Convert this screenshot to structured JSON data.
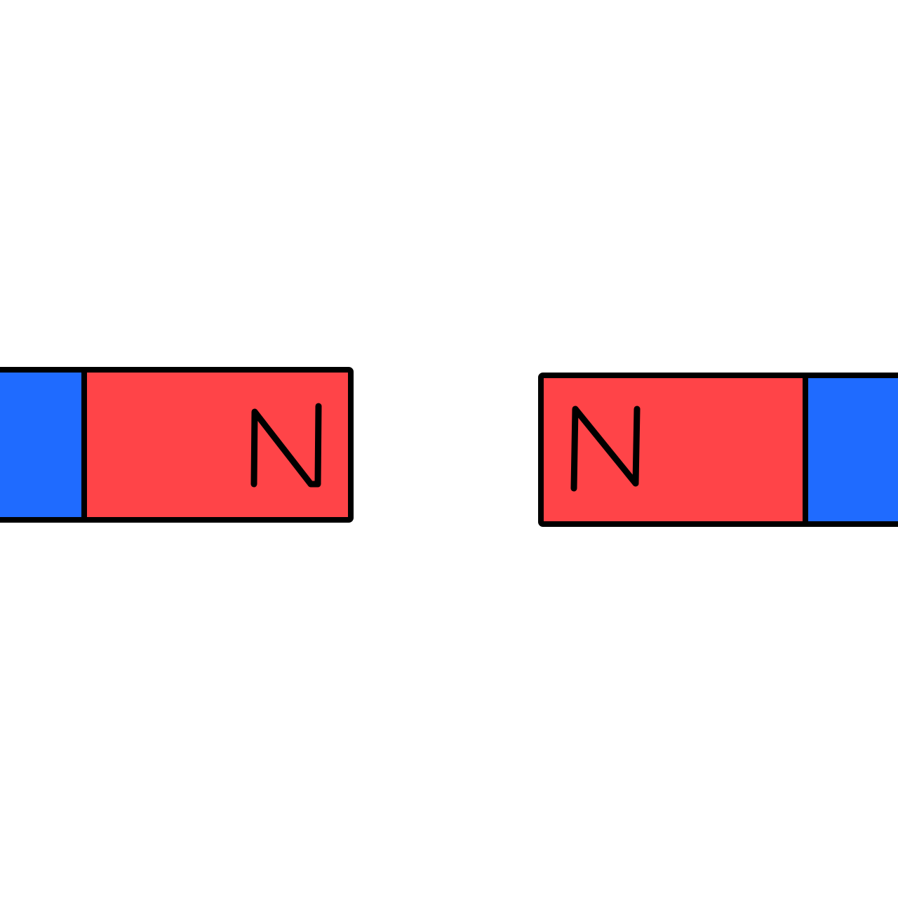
{
  "colors": {
    "background": "#ffffff",
    "north_pole": "#ff4448",
    "south_pole": "#1f6bff",
    "outline": "#000000"
  },
  "magnets": [
    {
      "name": "left-magnet",
      "north_label": "N",
      "facing": "right"
    },
    {
      "name": "right-magnet",
      "north_label": "N",
      "facing": "left"
    }
  ]
}
